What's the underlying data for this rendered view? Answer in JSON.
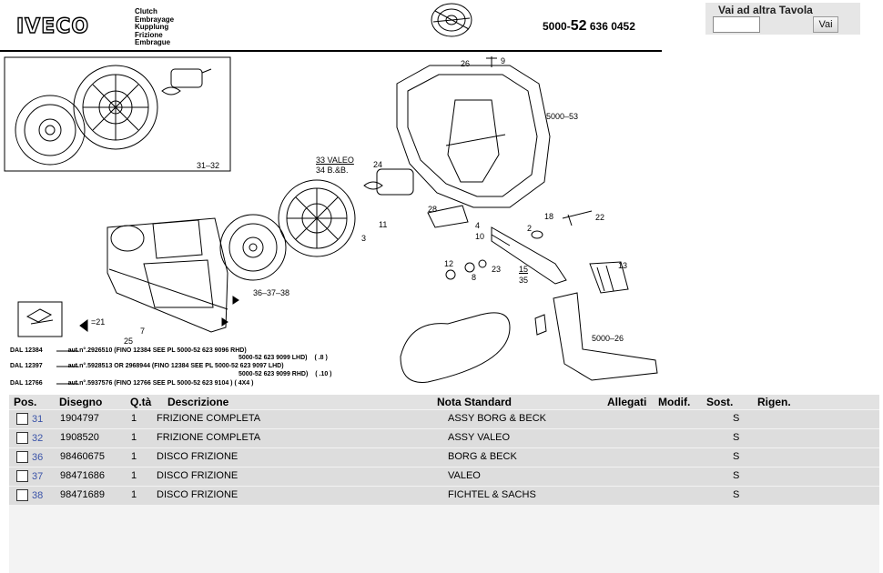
{
  "header": {
    "brand": "IVECO",
    "languages": [
      "Clutch",
      "Embrayage",
      "Kupplung",
      "Frizione",
      "Embrague"
    ],
    "code_prefix": "5000-",
    "code_group": "52",
    "code_suffix": "636 0452"
  },
  "callouts": {
    "c26": "26",
    "c9": "9",
    "c5000_53": "5000–53",
    "c31_32": "31–32",
    "c33": "33 VALEO",
    "c34": "34 B.&B.",
    "c24": "24",
    "c28": "28",
    "c4": "4",
    "c10": "10",
    "c11": "11",
    "c3": "3",
    "c2": "2",
    "c18": "18",
    "c22": "22",
    "c12": "12",
    "c8": "8",
    "c23": "23",
    "c15": "15",
    "c35": "35",
    "c13": "13",
    "c36": "36–37–38",
    "c7": "7",
    "c25": "25",
    "c21": "=21",
    "c5000_26": "5000–26"
  },
  "notes": [
    {
      "from": "DAL 12384",
      "text": "aut.n°.2926510 (FINO 12384 SEE PL 5000-52 623 9096 RHD)",
      "sub": "5000-52 623 9099 LHD)",
      "ref": "( .8 )"
    },
    {
      "from": "DAL 12397",
      "text": "aut.n°.5928513  OR 2968944 (FINO 12384 SEE PL 5000-52 623 9097 LHD)",
      "sub": "5000-52 623 9099 RHD)",
      "ref": "( .10 )"
    },
    {
      "from": "DAL 12766",
      "text": "aut.n°.5937576 (FINO 12766 SEE PL 5000-52 623 9104 ) ( 4X4 )",
      "sub": "",
      "ref": ""
    }
  ],
  "nav": {
    "title": "Vai ad altra Tavola",
    "input_value": "",
    "button_label": "Vai"
  },
  "table": {
    "columns": [
      "Pos.",
      "Disegno",
      "Q.tà",
      "Descrizione",
      "Nota Standard",
      "Allegati",
      "Modif.",
      "Sost.",
      "Rigen."
    ],
    "rows": [
      {
        "pos": "31",
        "disegno": "1904797",
        "qta": "1",
        "descrizione": "FRIZIONE COMPLETA",
        "nota": "ASSY BORG & BECK",
        "sost": "S"
      },
      {
        "pos": "32",
        "disegno": "1908520",
        "qta": "1",
        "descrizione": "FRIZIONE COMPLETA",
        "nota": "ASSY VALEO",
        "sost": "S"
      },
      {
        "pos": "36",
        "disegno": "98460675",
        "qta": "1",
        "descrizione": "DISCO FRIZIONE",
        "nota": "BORG & BECK",
        "sost": "S"
      },
      {
        "pos": "37",
        "disegno": "98471686",
        "qta": "1",
        "descrizione": "DISCO FRIZIONE",
        "nota": "VALEO",
        "sost": "S"
      },
      {
        "pos": "38",
        "disegno": "98471689",
        "qta": "1",
        "descrizione": "DISCO FRIZIONE",
        "nota": "FICHTEL & SACHS",
        "sost": "S"
      }
    ]
  }
}
